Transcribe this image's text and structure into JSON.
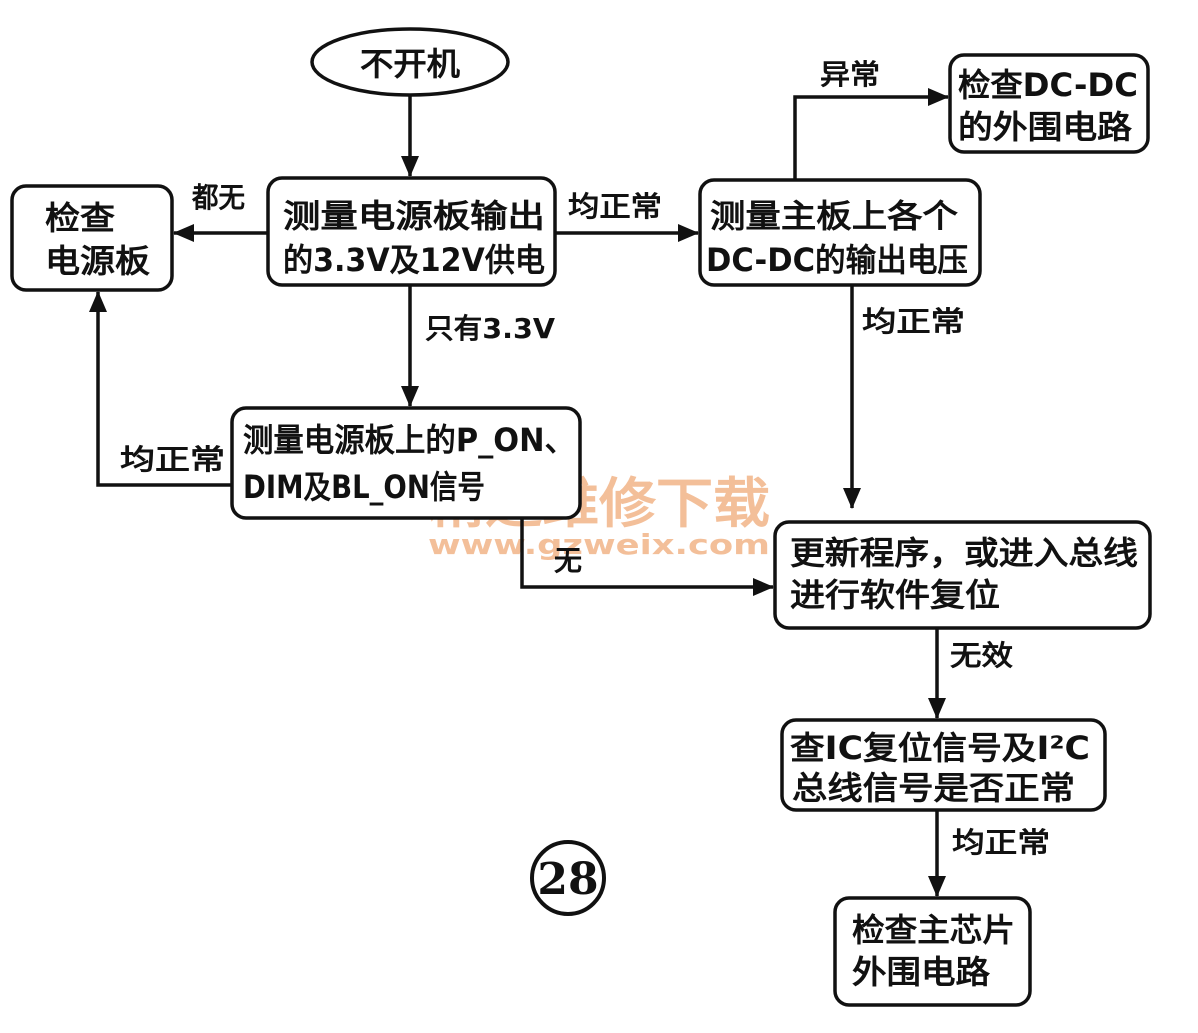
{
  "start": {
    "label": "不开机"
  },
  "nodes": {
    "measure_psu_output": {
      "lines": [
        "测量电源板输出",
        "的3.3V及12V供电"
      ]
    },
    "check_psu": {
      "lines": [
        "检查",
        "电源板"
      ]
    },
    "measure_dcdc": {
      "lines": [
        "测量主板上各个",
        "DC-DC的输出电压"
      ]
    },
    "check_dcdc_periphery": {
      "lines": [
        "检查DC-DC",
        "的外围电路"
      ]
    },
    "measure_signals": {
      "lines": [
        "测量电源板上的P_ON、",
        "DIM及BL_ON信号"
      ]
    },
    "update_program": {
      "lines": [
        "更新程序，或进入总线",
        "进行软件复位"
      ]
    },
    "check_reset_i2c": {
      "lines": [
        "查IC复位信号及I²C",
        "总线信号是否正常"
      ]
    },
    "check_main_chip": {
      "lines": [
        "检查主芯片",
        "外围电路"
      ]
    }
  },
  "edges": {
    "psu_to_check_psu": "都无",
    "psu_to_dcdc": "均正常",
    "dcdc_to_periphery": "异常",
    "dcdc_to_update": "均正常",
    "psu_to_signals": "只有3.3V",
    "signals_to_check_psu": "均正常",
    "signals_to_update": "无",
    "update_to_reset_check": "无效",
    "reset_check_to_main_chip": "均正常"
  },
  "page_number": "28",
  "watermark": {
    "title": "精通维修下载",
    "url": "www.gzweix.com"
  }
}
